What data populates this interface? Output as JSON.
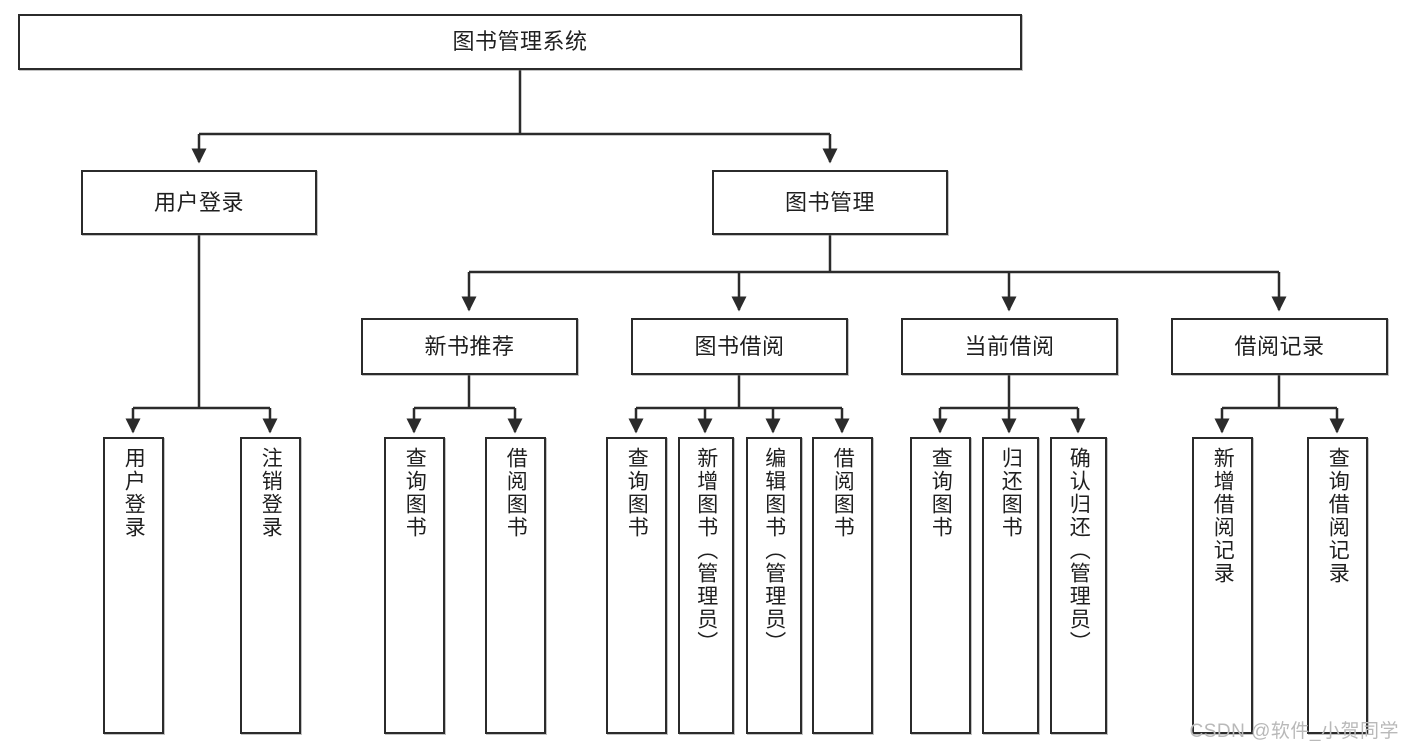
{
  "diagram": {
    "type": "tree-hierarchy-chart",
    "title": "图书管理系统",
    "watermark": "CSDN @软件_小贺同学",
    "colors": {
      "node_border": "#2b2b2b",
      "node_fill": "#ffffff",
      "edge": "#2b2b2b",
      "text": "#1f1f1f",
      "watermark": "#b9b9b9",
      "background": "#ffffff"
    },
    "root": {
      "label": "图书管理系统"
    },
    "level2": [
      {
        "label": "用户登录"
      },
      {
        "label": "图书管理"
      }
    ],
    "level3": [
      {
        "label": "新书推荐"
      },
      {
        "label": "图书借阅"
      },
      {
        "label": "当前借阅"
      },
      {
        "label": "借阅记录"
      }
    ],
    "leaves": {
      "user_login": [
        {
          "label": "用户登录"
        },
        {
          "label": "注销登录"
        }
      ],
      "new_book_recommend": [
        {
          "label": "查询图书"
        },
        {
          "label": "借阅图书"
        }
      ],
      "book_borrow": [
        {
          "label": "查询图书"
        },
        {
          "label": "新增图书（管理员）"
        },
        {
          "label": "编辑图书（管理员）"
        },
        {
          "label": "借阅图书"
        }
      ],
      "current_borrow": [
        {
          "label": "查询图书"
        },
        {
          "label": "归还图书"
        },
        {
          "label": "确认归还（管理员）"
        }
      ],
      "borrow_record": [
        {
          "label": "新增借阅记录"
        },
        {
          "label": "查询借阅记录"
        }
      ]
    }
  }
}
